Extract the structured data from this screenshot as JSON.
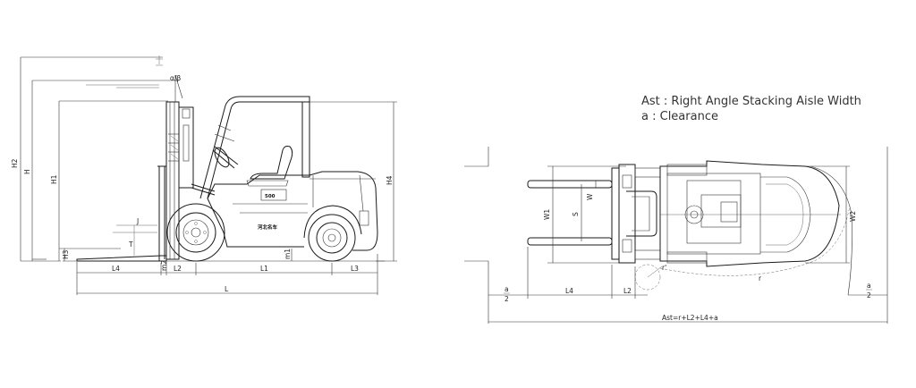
{
  "legend": {
    "ast": "Ast : Right Angle Stacking Aisle Width",
    "a": "a : Clearance"
  },
  "side_view": {
    "labels": {
      "h2": "H2",
      "h": "H",
      "h1": "H1",
      "h4": "H4",
      "h3": "H3",
      "l4": "L4",
      "m2": "m2",
      "l2": "L2",
      "l1": "L1",
      "l3": "L3",
      "m1": "m1",
      "l": "L",
      "j": "J",
      "t": "T",
      "tilt": "α/β"
    },
    "brand_badge": "500",
    "side_text": "河北名车"
  },
  "top_view": {
    "labels": {
      "w1": "W1",
      "s": "S",
      "w": "W",
      "w2": "W2",
      "l4": "L4",
      "l2": "L2",
      "r": "r",
      "r_small": "r'",
      "a_left": "a",
      "a_left_den": "2",
      "a_right": "a",
      "a_right_den": "2",
      "ast": "Ast=r+L2+L4+a"
    }
  }
}
